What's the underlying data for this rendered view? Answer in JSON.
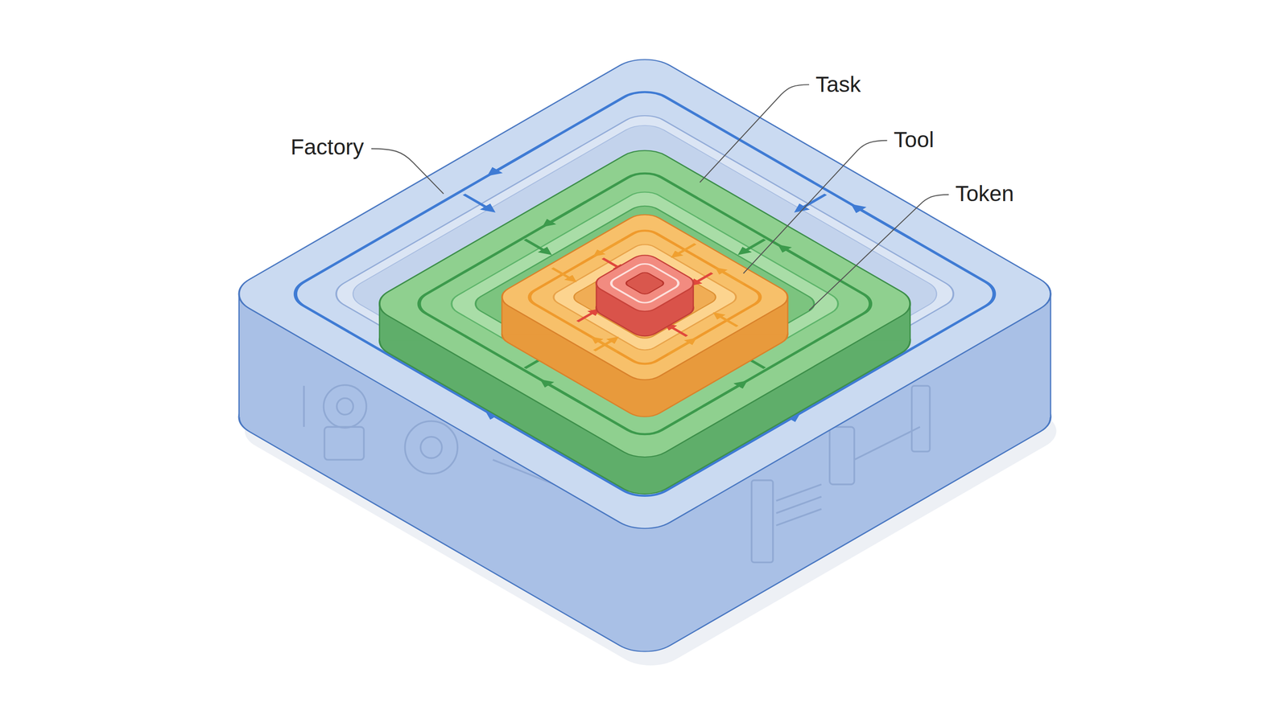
{
  "diagram": {
    "labels": [
      "Task",
      "Factory",
      "Tool",
      "Token"
    ]
  }
}
